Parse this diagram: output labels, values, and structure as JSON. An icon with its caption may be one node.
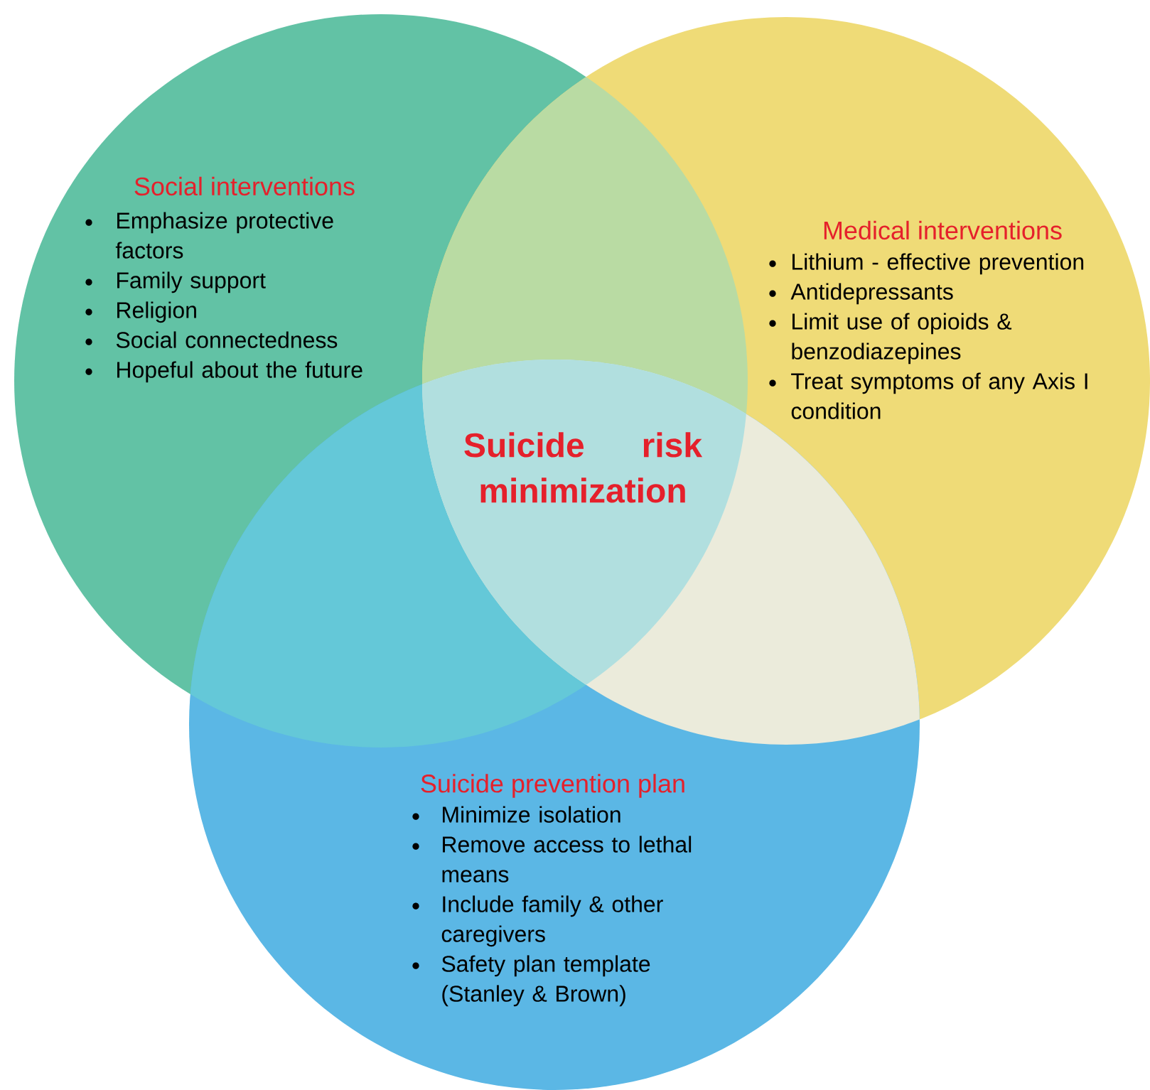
{
  "diagram": {
    "nodes": [
      {
        "text": [
          "Social interventions",
          "Emphasize protective factors",
          "Family support",
          "Religion",
          "Social connectedness",
          "Hopeful about the future"
        ]
      },
      {
        "text": [
          "Medical interventions",
          "Lithium - effective prevention",
          "Antidepressants",
          "Limit use of opioids & benzodiazepines",
          "Treat symptoms of any Axis I condition"
        ]
      },
      {
        "text": [
          "Suicide risk minimization"
        ]
      },
      {
        "text": [
          "Suicide prevention plan",
          "Minimize isolation",
          "Remove access to lethal means",
          "Include family & other caregivers",
          "Safety plan template (Stanley & Brown)"
        ]
      }
    ]
  }
}
